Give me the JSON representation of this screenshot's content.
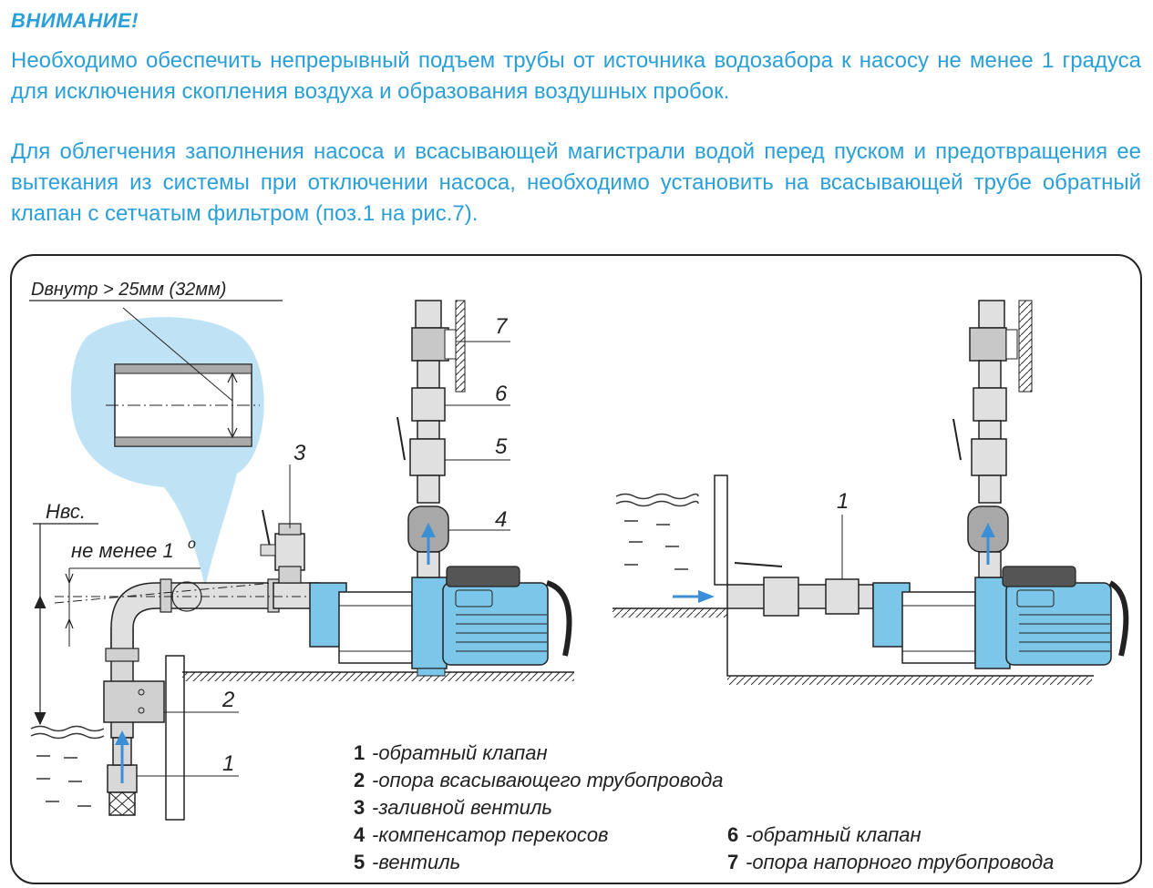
{
  "header": {
    "warning_title": "ВНИМАНИЕ!",
    "paragraph_1": "Необходимо обеспечить непрерывный подъем трубы от источника водозабора к насосу не менее 1 градуса для исключения скопления воздуха и образования воздушных пробок.",
    "paragraph_2": "Для облегчения заполнения насоса и всасывающей магистрали водой перед пуском и предотвращения ее вытекания из системы при отключении насоса, необходимо установить на всасывающей трубе обратный клапан с сетчатым фильтром (поз.1  на рис.7)."
  },
  "diagram": {
    "diameter_label": "Dвнутр > 25мм (32мм)",
    "height_label": "Нвс.",
    "slope_label": "не менее 1",
    "slope_superscript": "o",
    "callouts_left": [
      "7",
      "6",
      "5",
      "4",
      "3",
      "2",
      "1"
    ],
    "callout_right": "1"
  },
  "legend": {
    "items": [
      {
        "num": "1",
        "text": "-обратный клапан"
      },
      {
        "num": "2",
        "text": "-опора всасывающего трубопровода"
      },
      {
        "num": "3",
        "text": "-заливной вентиль"
      },
      {
        "num": "4",
        "text": "-компенсатор перекосов"
      },
      {
        "num": "5",
        "text": "-вентиль"
      },
      {
        "num": "6",
        "text": "-обратный клапан"
      },
      {
        "num": "7",
        "text": "-опора напорного трубопровода"
      }
    ]
  },
  "colors": {
    "accent": "#2a9fd8",
    "pump_blue": "#7cc6ea",
    "bubble": "#bfe3f5",
    "arrow": "#3b8fd4",
    "steel": "#c8c8c8",
    "ink": "#222222"
  }
}
